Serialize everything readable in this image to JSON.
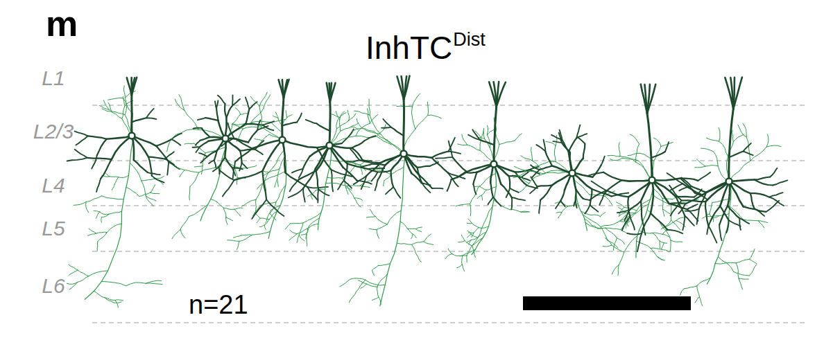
{
  "diagram": {
    "title": "InhTC",
    "labels": [
      "m",
      "Dist",
      "L1",
      "L2/3",
      "L4",
      "L5",
      "L6",
      "n=21"
    ]
  }
}
